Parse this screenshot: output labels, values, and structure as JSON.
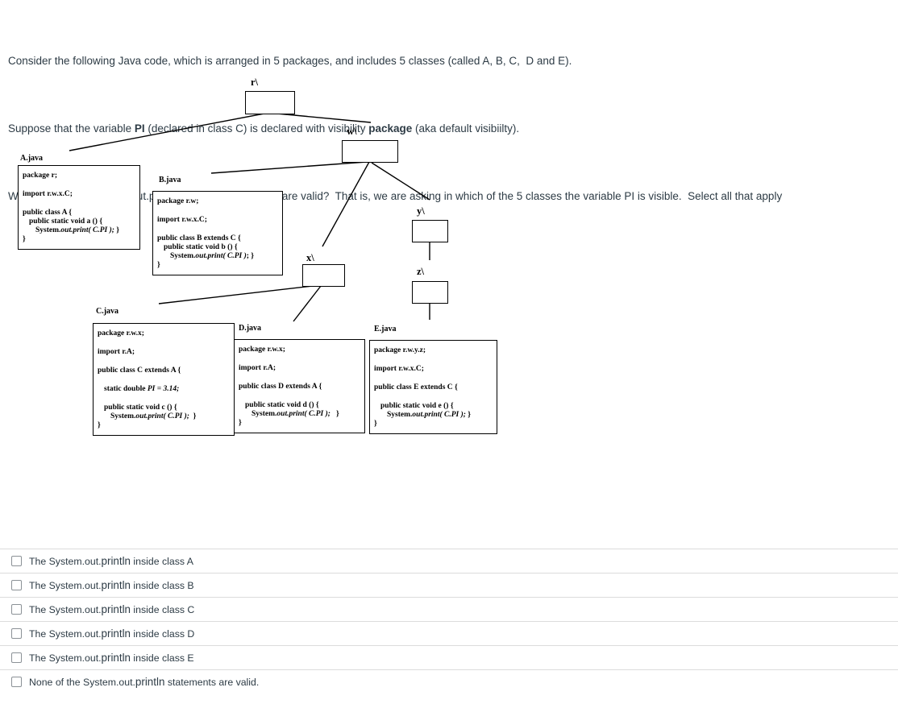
{
  "question": {
    "line1": "Consider the following Java code, which is arranged in 5 packages, and includes 5 classes (called A, B, C,  D and E).",
    "line2": {
      "p1": "Suppose that the variable ",
      "b1": "PI",
      "p2": " (declared in class C) is declared with visibility ",
      "b2": "package",
      "p3": " (aka default visibiilty)."
    },
    "line3": "Which of the five System.out.print (or println) statements are valid?  That is, we are asking in which of the 5 classes the variable PI is visible.  Select all that apply"
  },
  "folders": {
    "r": "r\\",
    "w": "w\\",
    "x": "x\\",
    "y": "y\\",
    "z": "z\\"
  },
  "files": [
    {
      "name": "A.java",
      "lines": [
        {
          "ind": 0,
          "parts": [
            {
              "t": "package r;"
            }
          ]
        },
        {
          "gap": 1
        },
        {
          "ind": 0,
          "parts": [
            {
              "t": "import r.w.x.C;"
            }
          ]
        },
        {
          "gap": 1
        },
        {
          "ind": 0,
          "parts": [
            {
              "t": "public class A {"
            }
          ]
        },
        {
          "ind": 1,
          "parts": [
            {
              "t": "public static void a () {"
            }
          ]
        },
        {
          "ind": 2,
          "parts": [
            {
              "t": "System."
            },
            {
              "t": "out.print( C.PI ); ",
              "em": 1
            },
            {
              "t": "}"
            }
          ]
        },
        {
          "ind": 0,
          "parts": [
            {
              "t": "}"
            }
          ]
        }
      ]
    },
    {
      "name": "B.java",
      "lines": [
        {
          "ind": 0,
          "parts": [
            {
              "t": "package r.w;"
            }
          ]
        },
        {
          "gap": 1
        },
        {
          "ind": 0,
          "parts": [
            {
              "t": "import r.w.x.C;"
            }
          ]
        },
        {
          "gap": 1
        },
        {
          "ind": 0,
          "parts": [
            {
              "t": "public class B extends C {"
            }
          ]
        },
        {
          "ind": 1,
          "parts": [
            {
              "t": "public static void b () {"
            }
          ]
        },
        {
          "ind": 2,
          "parts": [
            {
              "t": "System."
            },
            {
              "t": "out.print( C.PI )",
              "em": 1
            },
            {
              "t": "; }"
            }
          ]
        },
        {
          "ind": 0,
          "parts": [
            {
              "t": "}"
            }
          ]
        }
      ]
    },
    {
      "name": "C.java",
      "lines": [
        {
          "ind": 0,
          "parts": [
            {
              "t": "package r.w.x;"
            }
          ]
        },
        {
          "gap": 1
        },
        {
          "ind": 0,
          "parts": [
            {
              "t": "import r.A;"
            }
          ]
        },
        {
          "gap": 1
        },
        {
          "ind": 0,
          "parts": [
            {
              "t": "public class C extends A {"
            }
          ]
        },
        {
          "gap": 1
        },
        {
          "ind": 1,
          "parts": [
            {
              "t": "static double "
            },
            {
              "t": "PI = 3.14;",
              "em": 1
            }
          ]
        },
        {
          "gap": 1
        },
        {
          "ind": 1,
          "parts": [
            {
              "t": "public static void c () {"
            }
          ]
        },
        {
          "ind": 2,
          "parts": [
            {
              "t": "System."
            },
            {
              "t": "out.print( C.PI );  ",
              "em": 1
            },
            {
              "t": "}"
            }
          ]
        },
        {
          "ind": 0,
          "parts": [
            {
              "t": "}"
            }
          ]
        }
      ]
    },
    {
      "name": "D.java",
      "lines": [
        {
          "ind": 0,
          "parts": [
            {
              "t": "package r.w.x;"
            }
          ]
        },
        {
          "gap": 1
        },
        {
          "ind": 0,
          "parts": [
            {
              "t": "import r.A;"
            }
          ]
        },
        {
          "gap": 1
        },
        {
          "ind": 0,
          "parts": [
            {
              "t": "public class D extends A {"
            }
          ]
        },
        {
          "gap": 1
        },
        {
          "ind": 1,
          "parts": [
            {
              "t": "public static void d () {"
            }
          ]
        },
        {
          "ind": 2,
          "parts": [
            {
              "t": "System."
            },
            {
              "t": "out.print( C.PI );",
              "em": 1
            },
            {
              "t": "   }"
            }
          ]
        },
        {
          "ind": 0,
          "parts": [
            {
              "t": "}"
            }
          ]
        }
      ]
    },
    {
      "name": "E.java",
      "lines": [
        {
          "ind": 0,
          "parts": [
            {
              "t": "package r.w.y.z;"
            }
          ]
        },
        {
          "gap": 1
        },
        {
          "ind": 0,
          "parts": [
            {
              "t": "import r.w.x.C;"
            }
          ]
        },
        {
          "gap": 1
        },
        {
          "ind": 0,
          "parts": [
            {
              "t": "public class E extends C {"
            }
          ]
        },
        {
          "gap": 1
        },
        {
          "ind": 1,
          "parts": [
            {
              "t": "public static void e () {"
            }
          ]
        },
        {
          "ind": 2,
          "parts": [
            {
              "t": "System."
            },
            {
              "t": "out.print( C.PI ); ",
              "em": 1
            },
            {
              "t": "}"
            }
          ]
        },
        {
          "ind": 0,
          "parts": [
            {
              "t": "}"
            }
          ]
        }
      ]
    }
  ],
  "options": [
    {
      "pre": "The System.out.",
      "code": "println",
      "post": " inside class A"
    },
    {
      "pre": "The System.out.",
      "code": "println",
      "post": " inside class B"
    },
    {
      "pre": "The System.out.",
      "code": "println",
      "post": " inside class C"
    },
    {
      "pre": "The System.out.",
      "code": "println",
      "post": " inside class D"
    },
    {
      "pre": "The System.out.",
      "code": "println",
      "post": " inside class E"
    },
    {
      "pre": "None of the System.out.",
      "code": "println",
      "post": " statements are valid."
    }
  ],
  "colors": {
    "text": "#2d3b45",
    "divider": "#dcdcdc",
    "checkbox_border": "#8b9196",
    "diagram": "#000000"
  }
}
